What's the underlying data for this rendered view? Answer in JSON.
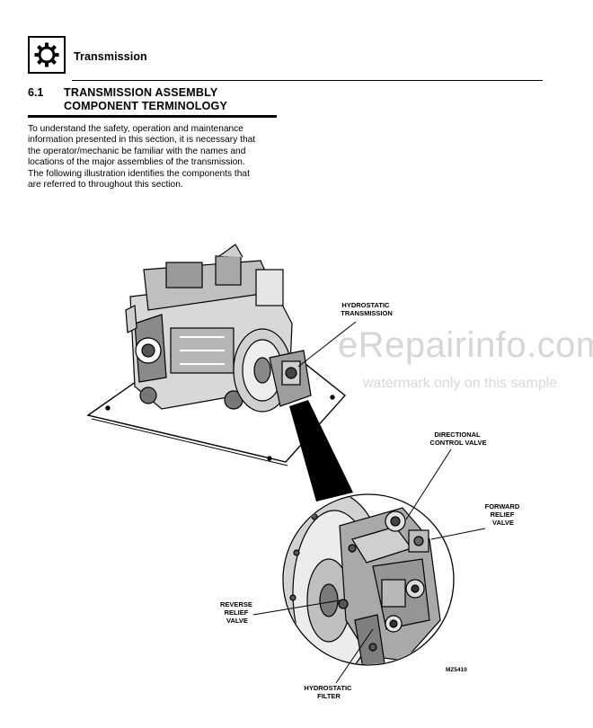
{
  "chapter": {
    "title": "Transmission",
    "icon": "gear-icon"
  },
  "section": {
    "number": "6.1",
    "title_line1": "TRANSMISSION ASSEMBLY",
    "title_line2": "COMPONENT TERMINOLOGY"
  },
  "intro": {
    "lines": [
      "To understand the safety, operation and maintenance",
      "information presented in this section, it is necessary that",
      "the operator/mechanic be familiar with the names and",
      "locations of the major assemblies of the transmission.",
      "The following illustration identifies the components that",
      "are referred to throughout this section."
    ]
  },
  "figure": {
    "callouts": {
      "hydrostatic_transmission": [
        "HYDROSTATIC",
        "TRANSMISSION"
      ],
      "directional_control_valve": [
        "DIRECTIONAL",
        "CONTROL VALVE"
      ],
      "forward_relief_valve": [
        "FORWARD",
        "RELIEF",
        "VALVE"
      ],
      "reverse_relief_valve": [
        "REVERSE",
        "RELIEF",
        "VALVE"
      ],
      "hydrostatic_filter": [
        "HYDROSTATIC",
        "FILTER"
      ]
    },
    "ref_code": "MZ5410"
  },
  "watermark": {
    "main": "eRepairinfo.com",
    "sub": "watermark only on this sample"
  }
}
